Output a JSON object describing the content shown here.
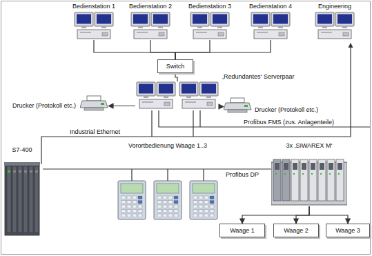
{
  "diagram": {
    "nodes": [
      {
        "text": [
          "Bedienstation 1"
        ]
      },
      {
        "text": [
          "Bedienstation 2"
        ]
      },
      {
        "text": [
          "Bedienstation 3"
        ]
      },
      {
        "text": [
          "Bedienstation 4"
        ]
      },
      {
        "text": [
          "Engineering"
        ]
      },
      {
        "text": [
          "Switch"
        ]
      },
      {
        "text": [
          "‚Redundantes‘ Serverpaar"
        ]
      },
      {
        "text": [
          "Drucker (Protokoll etc.)"
        ]
      },
      {
        "text": [
          "Drucker (Protokoll etc.)"
        ]
      },
      {
        "text": [
          "S7-400"
        ]
      },
      {
        "text": [
          "Vorortbedienung Waage 1..3"
        ]
      },
      {
        "text": [
          "3x ‚SIWAREX M‘"
        ]
      },
      {
        "text": [
          "Waage 1"
        ]
      },
      {
        "text": [
          "Waage 2"
        ]
      },
      {
        "text": [
          "Waage 3"
        ]
      }
    ],
    "edges": [
      {
        "from": 0,
        "to": 5,
        "arrow": "none"
      },
      {
        "from": 1,
        "to": 5,
        "arrow": "none"
      },
      {
        "from": 2,
        "to": 5,
        "arrow": "none"
      },
      {
        "from": 3,
        "to": 5,
        "arrow": "none"
      },
      {
        "from": 5,
        "to": 6,
        "arrow": "none"
      },
      {
        "from": 6,
        "to": 7,
        "arrow": "to"
      },
      {
        "from": 6,
        "to": 8,
        "arrow": "to"
      },
      {
        "from": 11,
        "to": 12,
        "arrow": "to"
      },
      {
        "from": 11,
        "to": 13,
        "arrow": "to"
      },
      {
        "from": 11,
        "to": 14,
        "arrow": "to"
      }
    ],
    "labels": [
      "Industrial Ethernet",
      "Profibus FMS (zus. Anlagenteile)",
      "Profibus DP"
    ]
  }
}
